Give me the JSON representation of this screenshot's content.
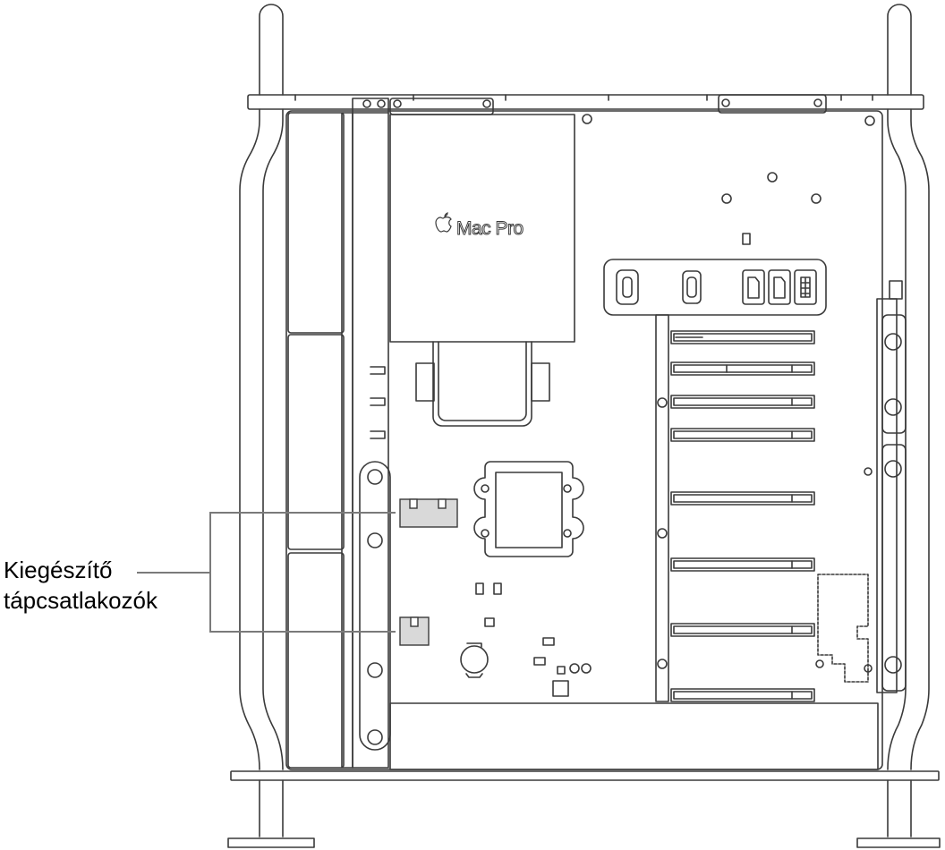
{
  "logo": {
    "apple_glyph": "",
    "product_name": "Mac Pro"
  },
  "callout": {
    "line1": "Kiegészítő",
    "line2": "tápcsatlakozók"
  },
  "icons": [
    "apple-logo-icon",
    "usb-c-port-icon",
    "thunderbolt-port-icon",
    "sata-port-icon",
    "power-connector-icon",
    "coin-battery-icon"
  ],
  "colors": {
    "stroke": "#3a3a3a",
    "highlight": "#d9d9d9",
    "background": "#ffffff"
  }
}
